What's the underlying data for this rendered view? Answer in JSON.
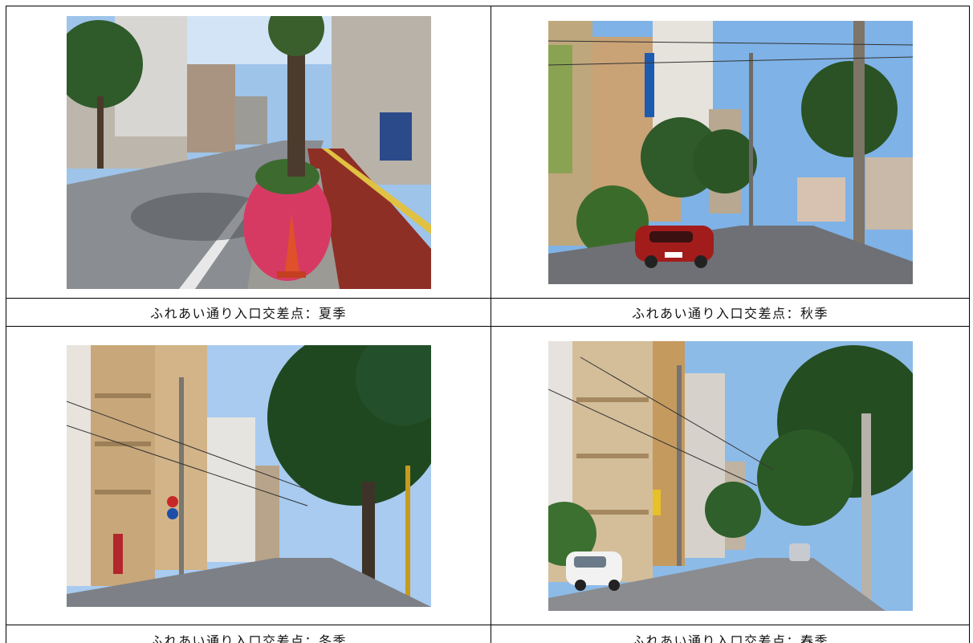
{
  "photos": [
    {
      "caption": "ふれあい通り入口交差点：夏季",
      "season": "summer"
    },
    {
      "caption": "ふれあい通り入口交差点：秋季",
      "season": "autumn"
    },
    {
      "caption": "ふれあい通り入口交差点：冬季",
      "season": "winter"
    },
    {
      "caption": "ふれあい通り入口交差点：春季",
      "season": "spring"
    }
  ],
  "colors": {
    "sky": "#9ec4ea",
    "road": "#8a8d92",
    "foliage": "#2f5a2a",
    "building": "#c8a77a",
    "red_path": "#8e2f25",
    "azalea": "#d63a63"
  }
}
